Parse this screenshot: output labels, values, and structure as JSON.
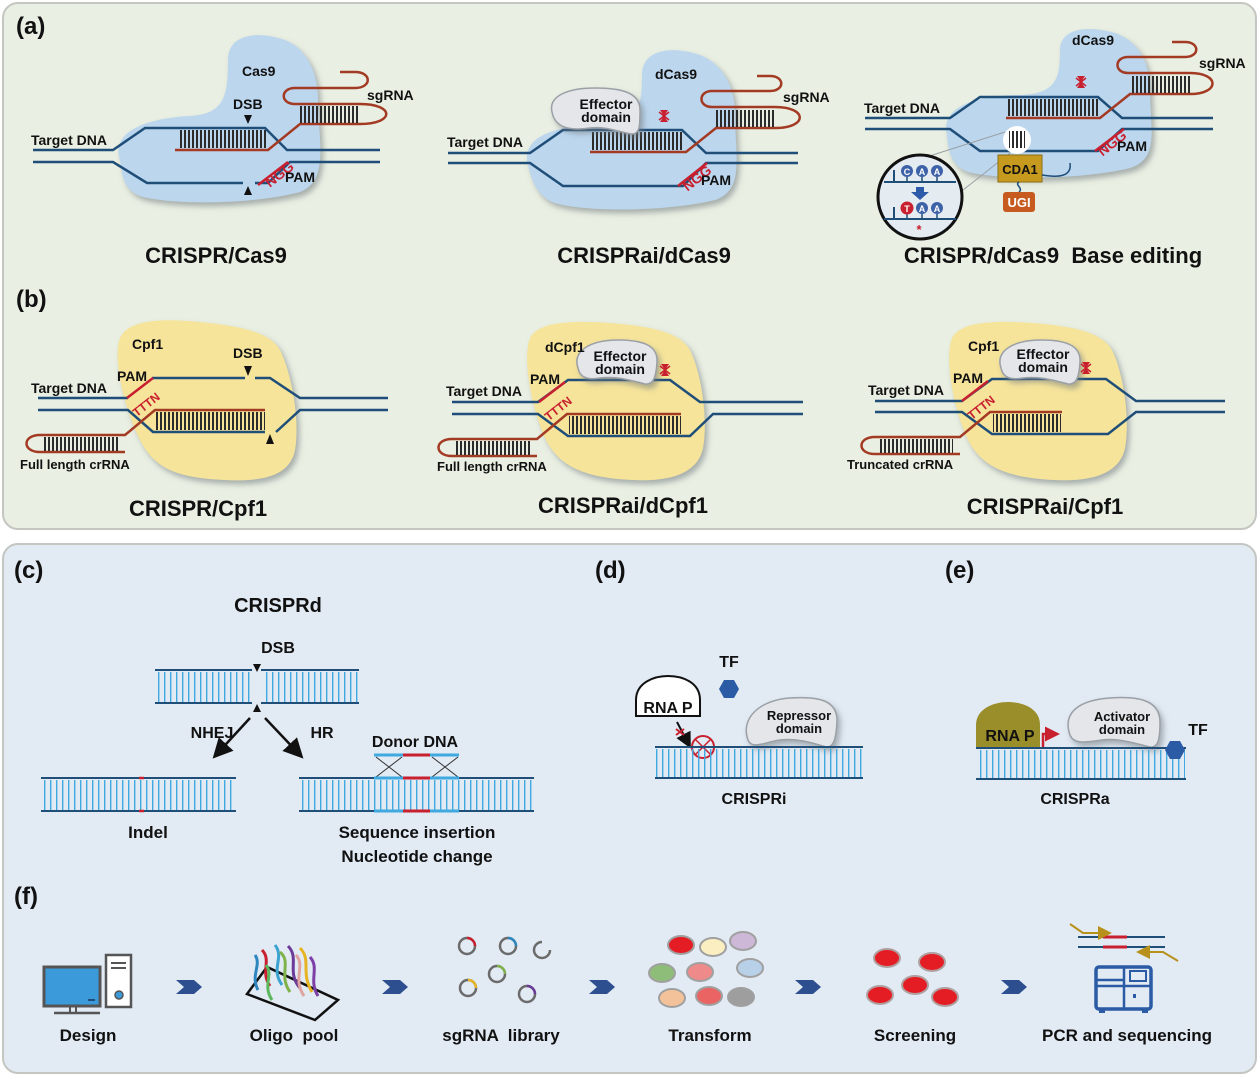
{
  "colors": {
    "top_panel_bg": "#e9efe2",
    "bottom_panel_bg": "#e2eaf4",
    "dna_strand": "#1f4e79",
    "rna_strand": "#a33a23",
    "pam_red": "#c8202f",
    "cas9_body": "#bcd6ee",
    "cpf1_body": "#f6e49a",
    "effector_domain": "#e4e6ea",
    "cda1": "#c59a1e",
    "ugi": "#c75b1f",
    "ladder_blue": "#3fa9e0",
    "rnap_olive": "#9a8e2a",
    "tf_hex": "#2a5ba4",
    "chevron": "#2d4f8f"
  },
  "panel_a": {
    "label": "(a)",
    "cas9": {
      "protein": "Cas9",
      "dsb": "DSB",
      "target_dna": "Target DNA",
      "sgrna": "sgRNA",
      "pam_seq": "NGG",
      "pam": "PAM",
      "title": "CRISPR/Cas9"
    },
    "dcas9": {
      "protein": "dCas9",
      "effector_line1": "Effector",
      "effector_line2": "domain",
      "target_dna": "Target DNA",
      "sgrna": "sgRNA",
      "pam_seq": "NGG",
      "pam": "PAM",
      "title": "CRISPRai/dCas9"
    },
    "base_editing": {
      "protein": "dCas9",
      "target_dna": "Target DNA",
      "sgrna": "sgRNA",
      "pam_seq": "NGG",
      "pam": "PAM",
      "cda1": "CDA1",
      "ugi": "UGI",
      "bases_before": [
        "C",
        "A",
        "A"
      ],
      "bases_after": [
        "T",
        "A",
        "A"
      ],
      "mutation_mark": "*",
      "title": "CRISPR/dCas9  Base editing"
    }
  },
  "panel_b": {
    "label": "(b)",
    "cpf1": {
      "protein": "Cpf1",
      "dsb": "DSB",
      "pam": "PAM",
      "pam_seq": "TTTN",
      "target_dna": "Target DNA",
      "crrna": "Full length crRNA",
      "title": "CRISPR/Cpf1"
    },
    "dcpf1": {
      "protein": "dCpf1",
      "effector_line1": "Effector",
      "effector_line2": "domain",
      "pam": "PAM",
      "pam_seq": "TTTN",
      "target_dna": "Target DNA",
      "crrna": "Full length crRNA",
      "title": "CRISPRai/dCpf1"
    },
    "cpf1_truncated": {
      "protein": "Cpf1",
      "effector_line1": "Effector",
      "effector_line2": "domain",
      "pam": "PAM",
      "pam_seq": "TTTN",
      "target_dna": "Target DNA",
      "crrna": "Truncated crRNA",
      "title": "CRISPRai/Cpf1"
    }
  },
  "panel_c": {
    "label": "(c)",
    "title": "CRISPRd",
    "dsb": "DSB",
    "nhej": "NHEJ",
    "hr": "HR",
    "donor": "Donor DNA",
    "indel": "Indel",
    "outcome_line1": "Sequence insertion",
    "outcome_line2": "Nucleotide change"
  },
  "panel_d": {
    "label": "(d)",
    "tf": "TF",
    "rnap": "RNA P",
    "repressor_line1": "Repressor",
    "repressor_line2": "domain",
    "title": "CRISPRi"
  },
  "panel_e": {
    "label": "(e)",
    "tf": "TF",
    "rnap": "RNA P",
    "activator_line1": "Activator",
    "activator_line2": "domain",
    "title": "CRISPRa"
  },
  "panel_f": {
    "label": "(f)",
    "steps": [
      {
        "label": "Design",
        "icon": "computer-icon"
      },
      {
        "label": "Oligo  pool",
        "icon": "oligo-pool-icon"
      },
      {
        "label": "sgRNA  library",
        "icon": "plasmid-library-icon"
      },
      {
        "label": "Transform",
        "icon": "cells-icon"
      },
      {
        "label": "Screening",
        "icon": "screened-cells-icon"
      },
      {
        "label": "PCR and sequencing",
        "icon": "sequencer-icon"
      }
    ]
  }
}
